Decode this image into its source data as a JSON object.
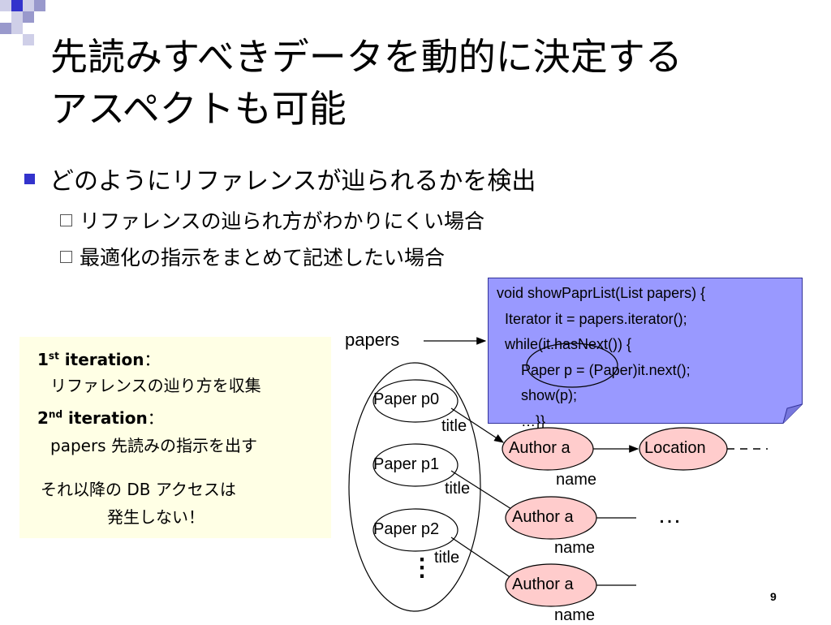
{
  "title": {
    "line1": "先読みすべきデータを動的に決定する",
    "line2": "アスペクトも可能"
  },
  "bullets": [
    {
      "text": "どのようにリファレンスが辿られるかを検出",
      "subs": [
        "リファレンスの辿られ方がわかりにくい場合",
        "最適化の指示をまとめて記述したい場合"
      ]
    }
  ],
  "notes": {
    "iter1_num": "1",
    "iter1_sup": "st",
    "iter1_label": " iteration",
    "iter1_colon": "：",
    "iter1_desc": "リファレンスの辿り方を収集",
    "iter2_num": "2",
    "iter2_sup": "nd",
    "iter2_label": " iteration",
    "iter2_colon": "：",
    "iter2_desc": "papers 先読みの指示を出す",
    "after1": "それ以降の DB アクセスは",
    "after2": "発生しない！"
  },
  "code": {
    "line1": "void showPaprList(List papers) {",
    "line2": "  Iterator it = papers.iterator();",
    "line3": "  while(it.hasNext()) {",
    "line4": "      Paper p = (Paper)it.next();",
    "line5": "      show(p);",
    "line6": "      …}}"
  },
  "diagram": {
    "papers_label": "papers",
    "paper0": "Paper p0",
    "paper1": "Paper p1",
    "paper2": "Paper p2",
    "title_label": "title",
    "author_label": "Author a",
    "location_label": "Location",
    "name_label": "name",
    "ellipsis_h": "…",
    "ellipsis_v": "⋮"
  },
  "colors": {
    "code_bg": "#9999ff",
    "note_bg": "#ffffe5",
    "author_bg": "#ffcccc",
    "bullet": "#3333cc"
  },
  "page_number": "9"
}
